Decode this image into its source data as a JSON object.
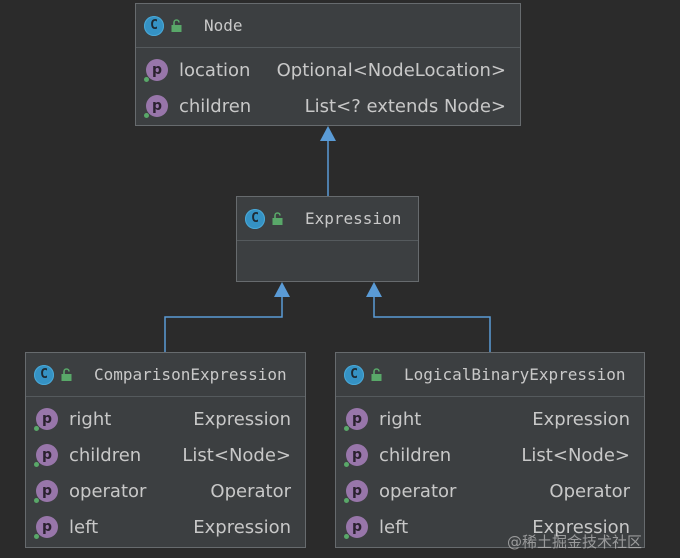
{
  "classes": {
    "node": {
      "name": "Node",
      "fields": [
        {
          "name": "location",
          "type": "Optional<NodeLocation>"
        },
        {
          "name": "children",
          "type": "List<? extends Node>"
        }
      ]
    },
    "expression": {
      "name": "Expression",
      "fields": []
    },
    "comparison": {
      "name": "ComparisonExpression",
      "fields": [
        {
          "name": "right",
          "type": "Expression"
        },
        {
          "name": "children",
          "type": "List<Node>"
        },
        {
          "name": "operator",
          "type": "Operator"
        },
        {
          "name": "left",
          "type": "Expression"
        }
      ]
    },
    "logical": {
      "name": "LogicalBinaryExpression",
      "fields": [
        {
          "name": "right",
          "type": "Expression"
        },
        {
          "name": "children",
          "type": "List<Node>"
        },
        {
          "name": "operator",
          "type": "Operator"
        },
        {
          "name": "left",
          "type": "Expression"
        }
      ]
    }
  },
  "icons": {
    "class_letter": "C",
    "property_letter": "p",
    "class_icon": "class-icon",
    "lock_icon": "unlocked-icon",
    "property_icon": "property-icon"
  },
  "colors": {
    "background": "#2b2b2b",
    "box": "#3c3f41",
    "edge": "#5a9bd6",
    "class_icon": "#3592c4",
    "property_icon": "#9876aa"
  },
  "watermark": "@稀土掘金技术社区"
}
